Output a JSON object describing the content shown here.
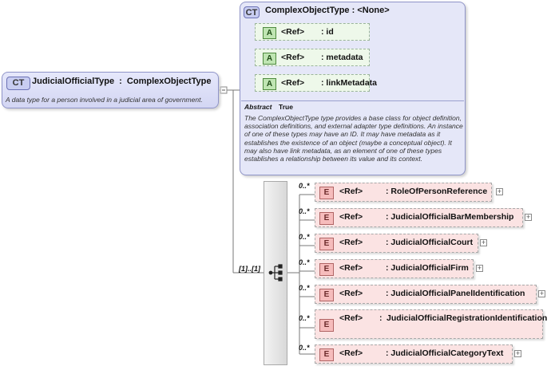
{
  "main_type": {
    "badge": "CT",
    "title": "JudicialOfficialType",
    "base": "ComplexObjectType",
    "description": "A data type for a person involved in a judicial area of government."
  },
  "base_type": {
    "badge": "CT",
    "title": "ComplexObjectType",
    "base": "<None>",
    "attributes": [
      {
        "badge": "A",
        "ref": "<Ref>",
        "name": "id"
      },
      {
        "badge": "A",
        "ref": "<Ref>",
        "name": "metadata"
      },
      {
        "badge": "A",
        "ref": "<Ref>",
        "name": "linkMetadata"
      }
    ],
    "abstract_label": "Abstract",
    "abstract_value": "True",
    "documentation": "The ComplexObjectType type provides a base class for object definition, association definitions, and external adapter type definitions. An instance of one of these types may have an ID. It may have metadata as it establishes the existence of an object (maybe a conceptual object). It may also have link metadata, as an element of one of these types establishes a relationship between its value and its context."
  },
  "sequence": {
    "occurrence": "[1]..[1]"
  },
  "elements": [
    {
      "badge": "E",
      "ref": "<Ref>",
      "name": "RoleOfPersonReference",
      "multiplicity": "0..*",
      "expand": "+"
    },
    {
      "badge": "E",
      "ref": "<Ref>",
      "name": "JudicialOfficialBarMembership",
      "multiplicity": "0..*",
      "expand": "+"
    },
    {
      "badge": "E",
      "ref": "<Ref>",
      "name": "JudicialOfficialCourt",
      "multiplicity": "0..*",
      "expand": "+"
    },
    {
      "badge": "E",
      "ref": "<Ref>",
      "name": "JudicialOfficialFirm",
      "multiplicity": "0..*",
      "expand": "+"
    },
    {
      "badge": "E",
      "ref": "<Ref>",
      "name": "JudicialOfficialPanelIdentification",
      "multiplicity": "0..*",
      "expand": "+"
    },
    {
      "badge": "E",
      "ref": "<Ref>",
      "name": "JudicialOfficialRegistrationIdentification",
      "multiplicity": "0..*",
      "expand": "+"
    },
    {
      "badge": "E",
      "ref": "<Ref>",
      "name": "JudicialOfficialCategoryText",
      "multiplicity": "0..*",
      "expand": "+"
    }
  ]
}
